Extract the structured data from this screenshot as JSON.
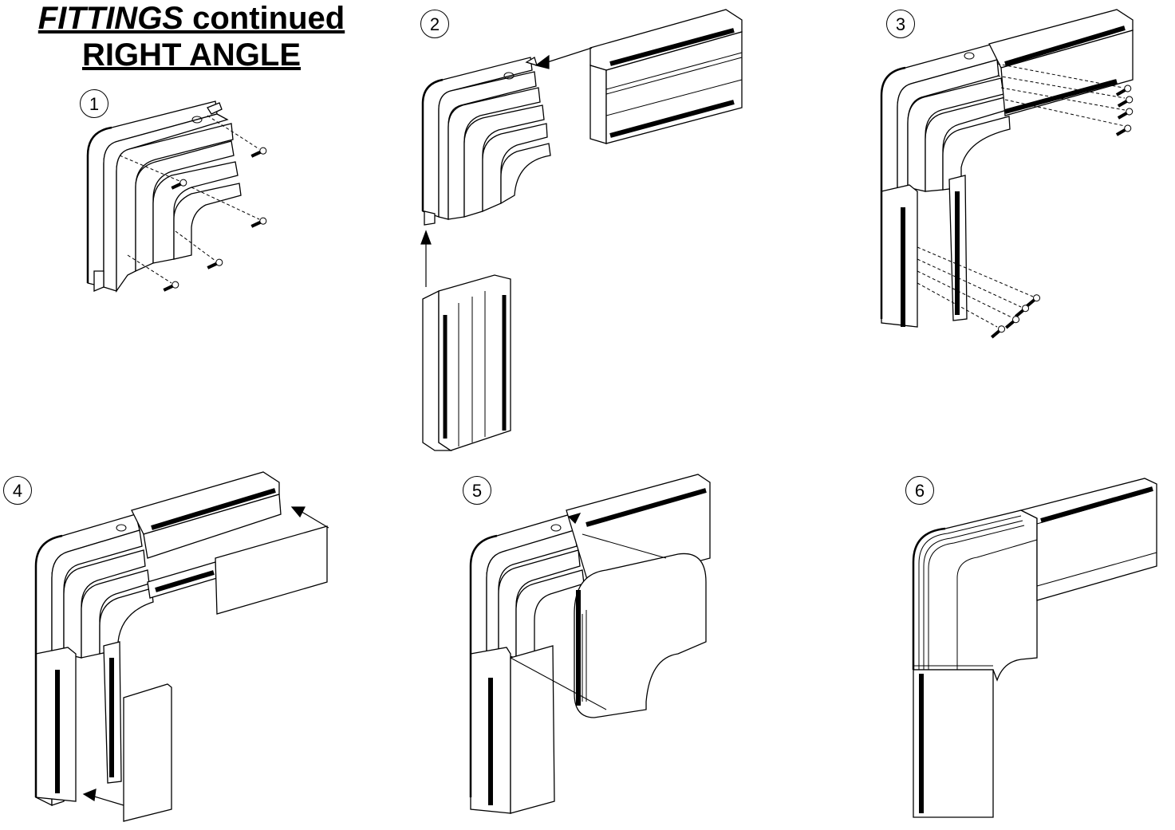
{
  "title": {
    "line1_italic": "FITTINGS",
    "line1_rest": " continued",
    "line2": "RIGHT ANGLE"
  },
  "steps": [
    {
      "number": "1"
    },
    {
      "number": "2"
    },
    {
      "number": "3"
    },
    {
      "number": "4"
    },
    {
      "number": "5"
    },
    {
      "number": "6"
    }
  ],
  "colors": {
    "line": "#000000",
    "fill": "#ffffff",
    "rib": "#222222"
  }
}
